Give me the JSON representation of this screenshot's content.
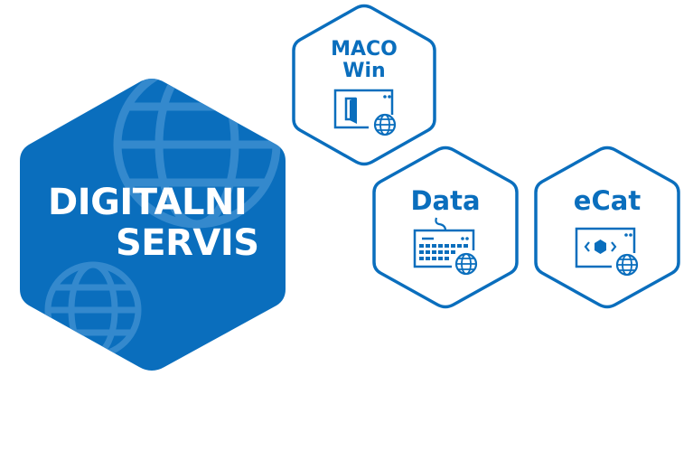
{
  "colors": {
    "brand_blue": "#0a6ebd",
    "globe_overlay": "#3d8fd0",
    "background": "#ffffff",
    "title_text": "#ffffff"
  },
  "main_badge": {
    "line1": "DIGITALNI",
    "line2": "SERVIS",
    "decorations": [
      "globe-icon",
      "globe-icon"
    ]
  },
  "tiles": [
    {
      "id": "maco-win",
      "label_line1": "MACO",
      "label_line2": "Win",
      "icon": "window-door-globe-icon"
    },
    {
      "id": "data",
      "label_line1": "Data",
      "icon": "keyboard-globe-icon"
    },
    {
      "id": "ecat",
      "label_line1": "eCat",
      "icon": "window-code-hexagon-globe-icon"
    }
  ]
}
